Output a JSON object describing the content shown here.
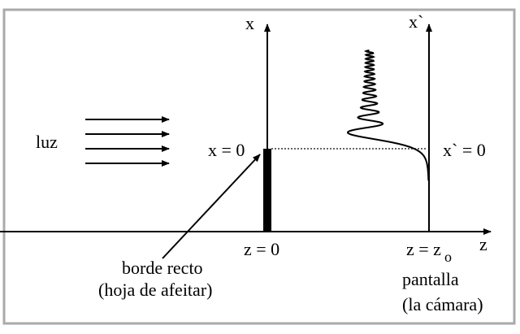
{
  "labels": {
    "x_axis": "x",
    "x_prime_axis": "x`",
    "z_axis": "z",
    "light": "luz",
    "x_zero": "x = 0",
    "x_prime_zero": "x` = 0",
    "z_zero": "z = 0",
    "z_screen": "z = z",
    "z_screen_sub": "o",
    "edge_line1": "borde recto",
    "edge_line2": "(hoja de afeitar)",
    "screen_line1": "pantalla",
    "screen_line2": "(la cámara)"
  }
}
